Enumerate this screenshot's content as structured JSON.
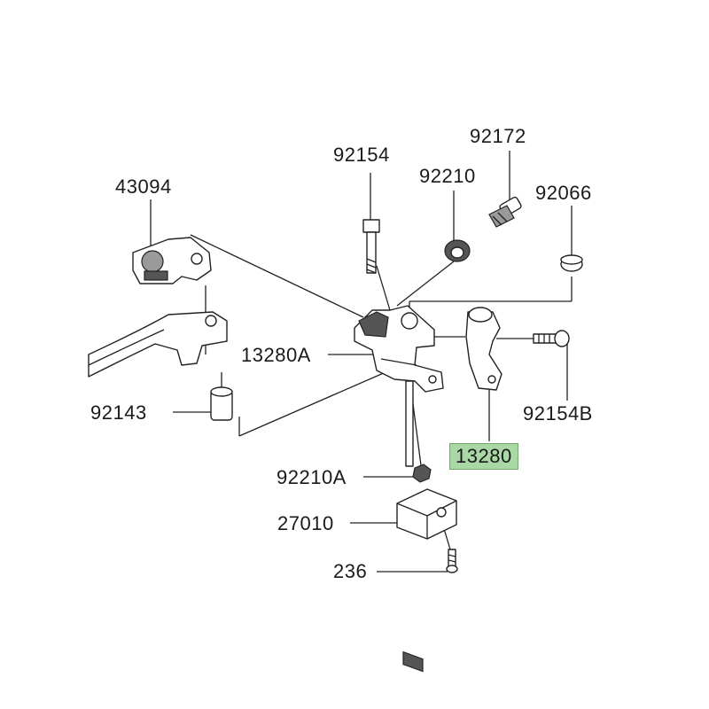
{
  "labels": {
    "p43094": "43094",
    "p92154": "92154",
    "p92172": "92172",
    "p92210": "92210",
    "p92066": "92066",
    "p13280A": "13280A",
    "p92143": "92143",
    "p92154B": "92154B",
    "p13280": "13280",
    "p92210A": "92210A",
    "p27010": "27010",
    "p236": "236"
  },
  "highlight_color": "#a9d8a5"
}
